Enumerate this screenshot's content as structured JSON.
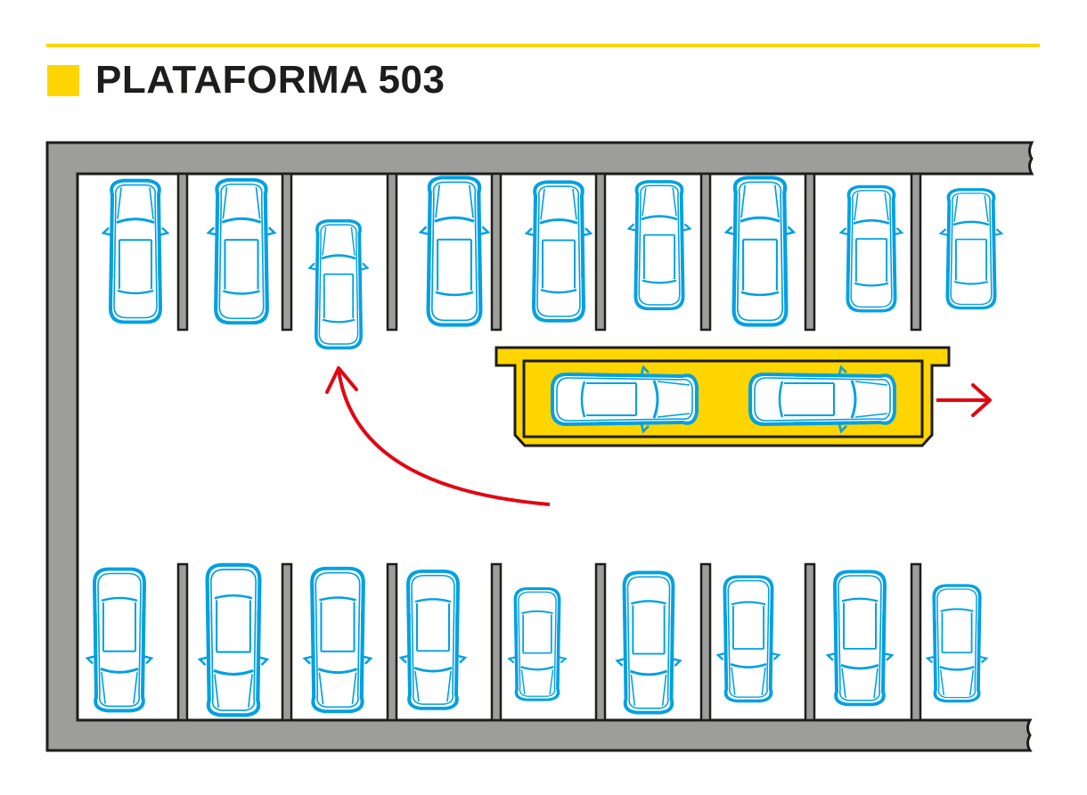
{
  "header": {
    "title": "PLATAFORMA 503"
  },
  "colors": {
    "accent_yellow": "#ffd500",
    "wall_gray": "#9d9d9c",
    "outline": "#1d1d1b",
    "car_blue": "#00a0e3",
    "arrow_red": "#e30613"
  },
  "diagram": {
    "top_row_cars": 9,
    "bottom_row_cars": 9,
    "platform_cars": 2,
    "moving_car_label": "car-being-parked",
    "arrows": [
      "curved-arrow-to-empty-bay",
      "arrow-right-platform-exit"
    ]
  }
}
